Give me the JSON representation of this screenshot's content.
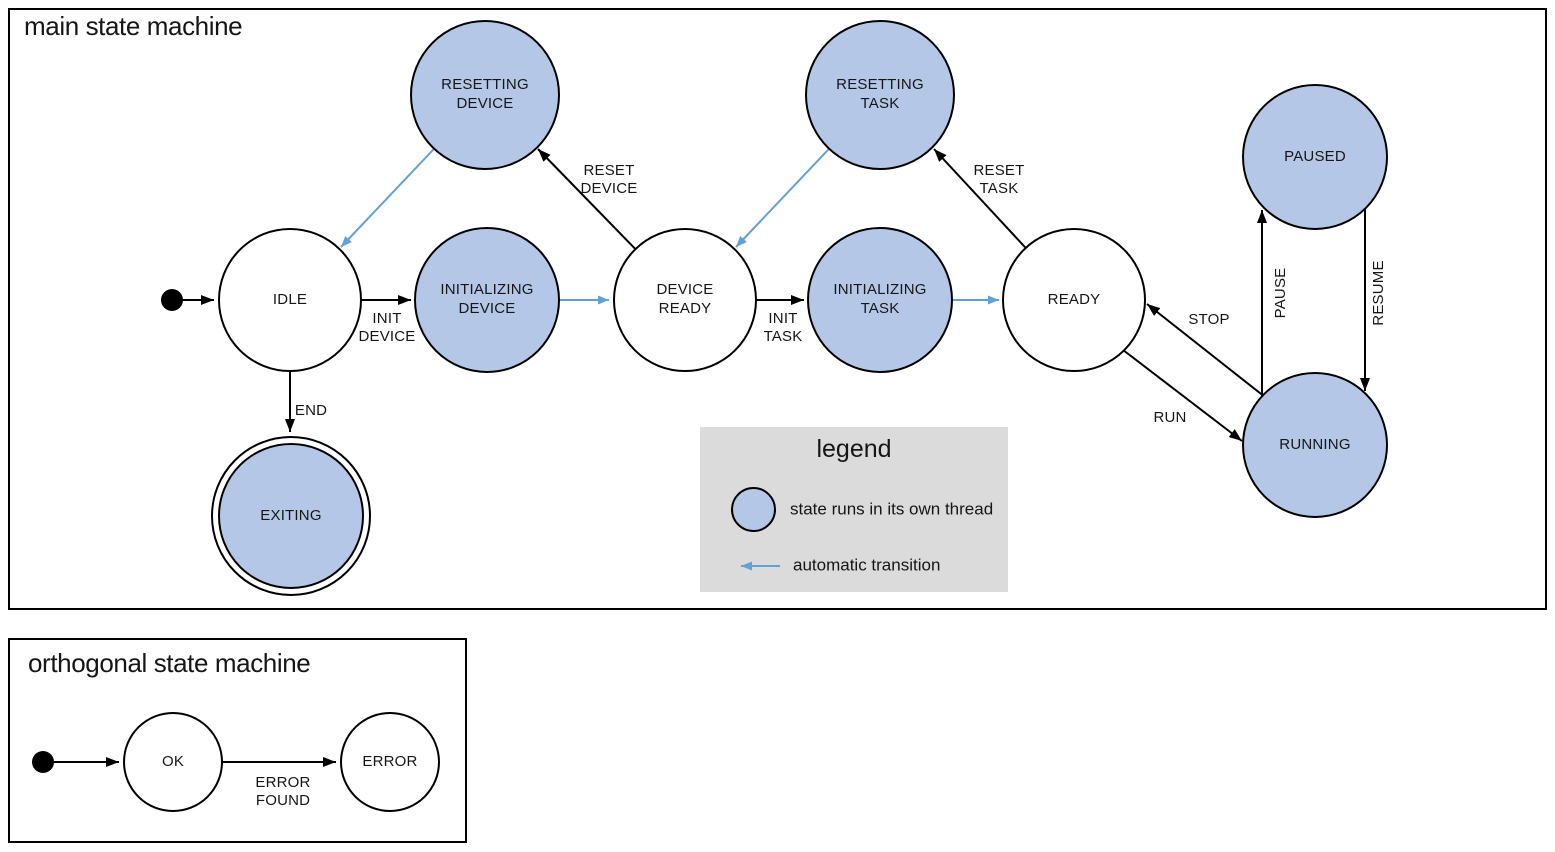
{
  "colors": {
    "thread_fill": "#b5c7e7",
    "auto_transition": "#64a0d8",
    "legend_bg": "#dbdbdb"
  },
  "main": {
    "title": "main state machine",
    "states": [
      {
        "id": "idle",
        "label": "IDLE",
        "thread": false,
        "final": false
      },
      {
        "id": "resetting-device",
        "label": "RESETTING\nDEVICE",
        "thread": true,
        "final": false
      },
      {
        "id": "initializing-device",
        "label": "INITIALIZING\nDEVICE",
        "thread": true,
        "final": false
      },
      {
        "id": "device-ready",
        "label": "DEVICE\nREADY",
        "thread": false,
        "final": false
      },
      {
        "id": "resetting-task",
        "label": "RESETTING\nTASK",
        "thread": true,
        "final": false
      },
      {
        "id": "initializing-task",
        "label": "INITIALIZING\nTASK",
        "thread": true,
        "final": false
      },
      {
        "id": "ready",
        "label": "READY",
        "thread": false,
        "final": false
      },
      {
        "id": "paused",
        "label": "PAUSED",
        "thread": true,
        "final": false
      },
      {
        "id": "running",
        "label": "RUNNING",
        "thread": true,
        "final": false
      },
      {
        "id": "exiting",
        "label": "EXITING",
        "thread": true,
        "final": true
      }
    ],
    "transitions": [
      {
        "from": "start",
        "to": "idle",
        "label": "",
        "automatic": false
      },
      {
        "from": "idle",
        "to": "initializing-device",
        "label": "INIT\nDEVICE",
        "automatic": false
      },
      {
        "from": "initializing-device",
        "to": "device-ready",
        "label": "",
        "automatic": true
      },
      {
        "from": "device-ready",
        "to": "resetting-device",
        "label": "RESET\nDEVICE",
        "automatic": false
      },
      {
        "from": "resetting-device",
        "to": "idle",
        "label": "",
        "automatic": true
      },
      {
        "from": "device-ready",
        "to": "initializing-task",
        "label": "INIT\nTASK",
        "automatic": false
      },
      {
        "from": "initializing-task",
        "to": "ready",
        "label": "",
        "automatic": true
      },
      {
        "from": "ready",
        "to": "resetting-task",
        "label": "RESET\nTASK",
        "automatic": false
      },
      {
        "from": "resetting-task",
        "to": "device-ready",
        "label": "",
        "automatic": true
      },
      {
        "from": "ready",
        "to": "running",
        "label": "RUN",
        "automatic": false
      },
      {
        "from": "running",
        "to": "ready",
        "label": "STOP",
        "automatic": false
      },
      {
        "from": "running",
        "to": "paused",
        "label": "PAUSE",
        "automatic": false
      },
      {
        "from": "paused",
        "to": "running",
        "label": "RESUME",
        "automatic": false
      },
      {
        "from": "idle",
        "to": "exiting",
        "label": "END",
        "automatic": false
      }
    ],
    "legend": {
      "title": "legend",
      "items": [
        {
          "symbol": "thread-state-circle",
          "label": "state runs in its own thread"
        },
        {
          "symbol": "automatic-transition-arrow",
          "label": "automatic transition"
        }
      ]
    }
  },
  "orthogonal": {
    "title": "orthogonal state machine",
    "states": [
      {
        "id": "ok",
        "label": "OK",
        "thread": false,
        "final": false
      },
      {
        "id": "error",
        "label": "ERROR",
        "thread": false,
        "final": false
      }
    ],
    "transitions": [
      {
        "from": "start",
        "to": "ok",
        "label": "",
        "automatic": false
      },
      {
        "from": "ok",
        "to": "error",
        "label": "ERROR\nFOUND",
        "automatic": false
      }
    ]
  }
}
